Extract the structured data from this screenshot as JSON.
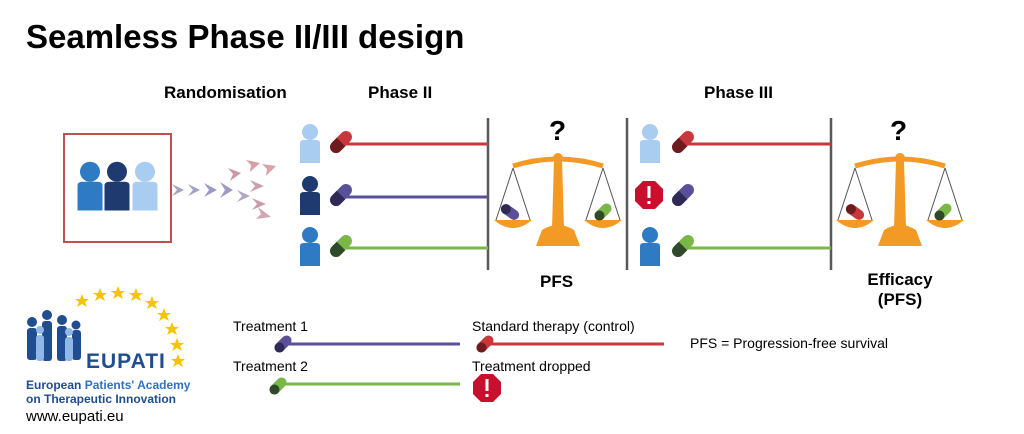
{
  "title": "Seamless Phase II/III design",
  "headers": {
    "randomisation": "Randomisation",
    "phase2": "Phase II",
    "phase3": "Phase III"
  },
  "labels": {
    "pfs": "PFS",
    "efficacy_line1": "Efficacy",
    "efficacy_line2": "(PFS)",
    "question": "?"
  },
  "legend": {
    "treatment1": "Treatment 1",
    "treatment2": "Treatment 2",
    "standard": "Standard therapy (control)",
    "dropped": "Treatment dropped",
    "pfs_def": "PFS = Progression-free survival"
  },
  "logo": {
    "name": "EUPATI",
    "line1_a": "European ",
    "line1_b": "Patients' Academy",
    "line2": "on Therapeutic Innovation",
    "url": "www.eupati.eu"
  },
  "colors": {
    "control": "#c8373b",
    "treatment1": "#5a4f99",
    "treatment2": "#7ab648",
    "scale": "#f39a24",
    "frame": "#c0504d",
    "person_light": "#a9cdf0",
    "person_dark": "#1f3a6e",
    "person_mid": "#2e7bc4",
    "logo_blue": "#1f4d8f",
    "star": "#f5c400"
  }
}
